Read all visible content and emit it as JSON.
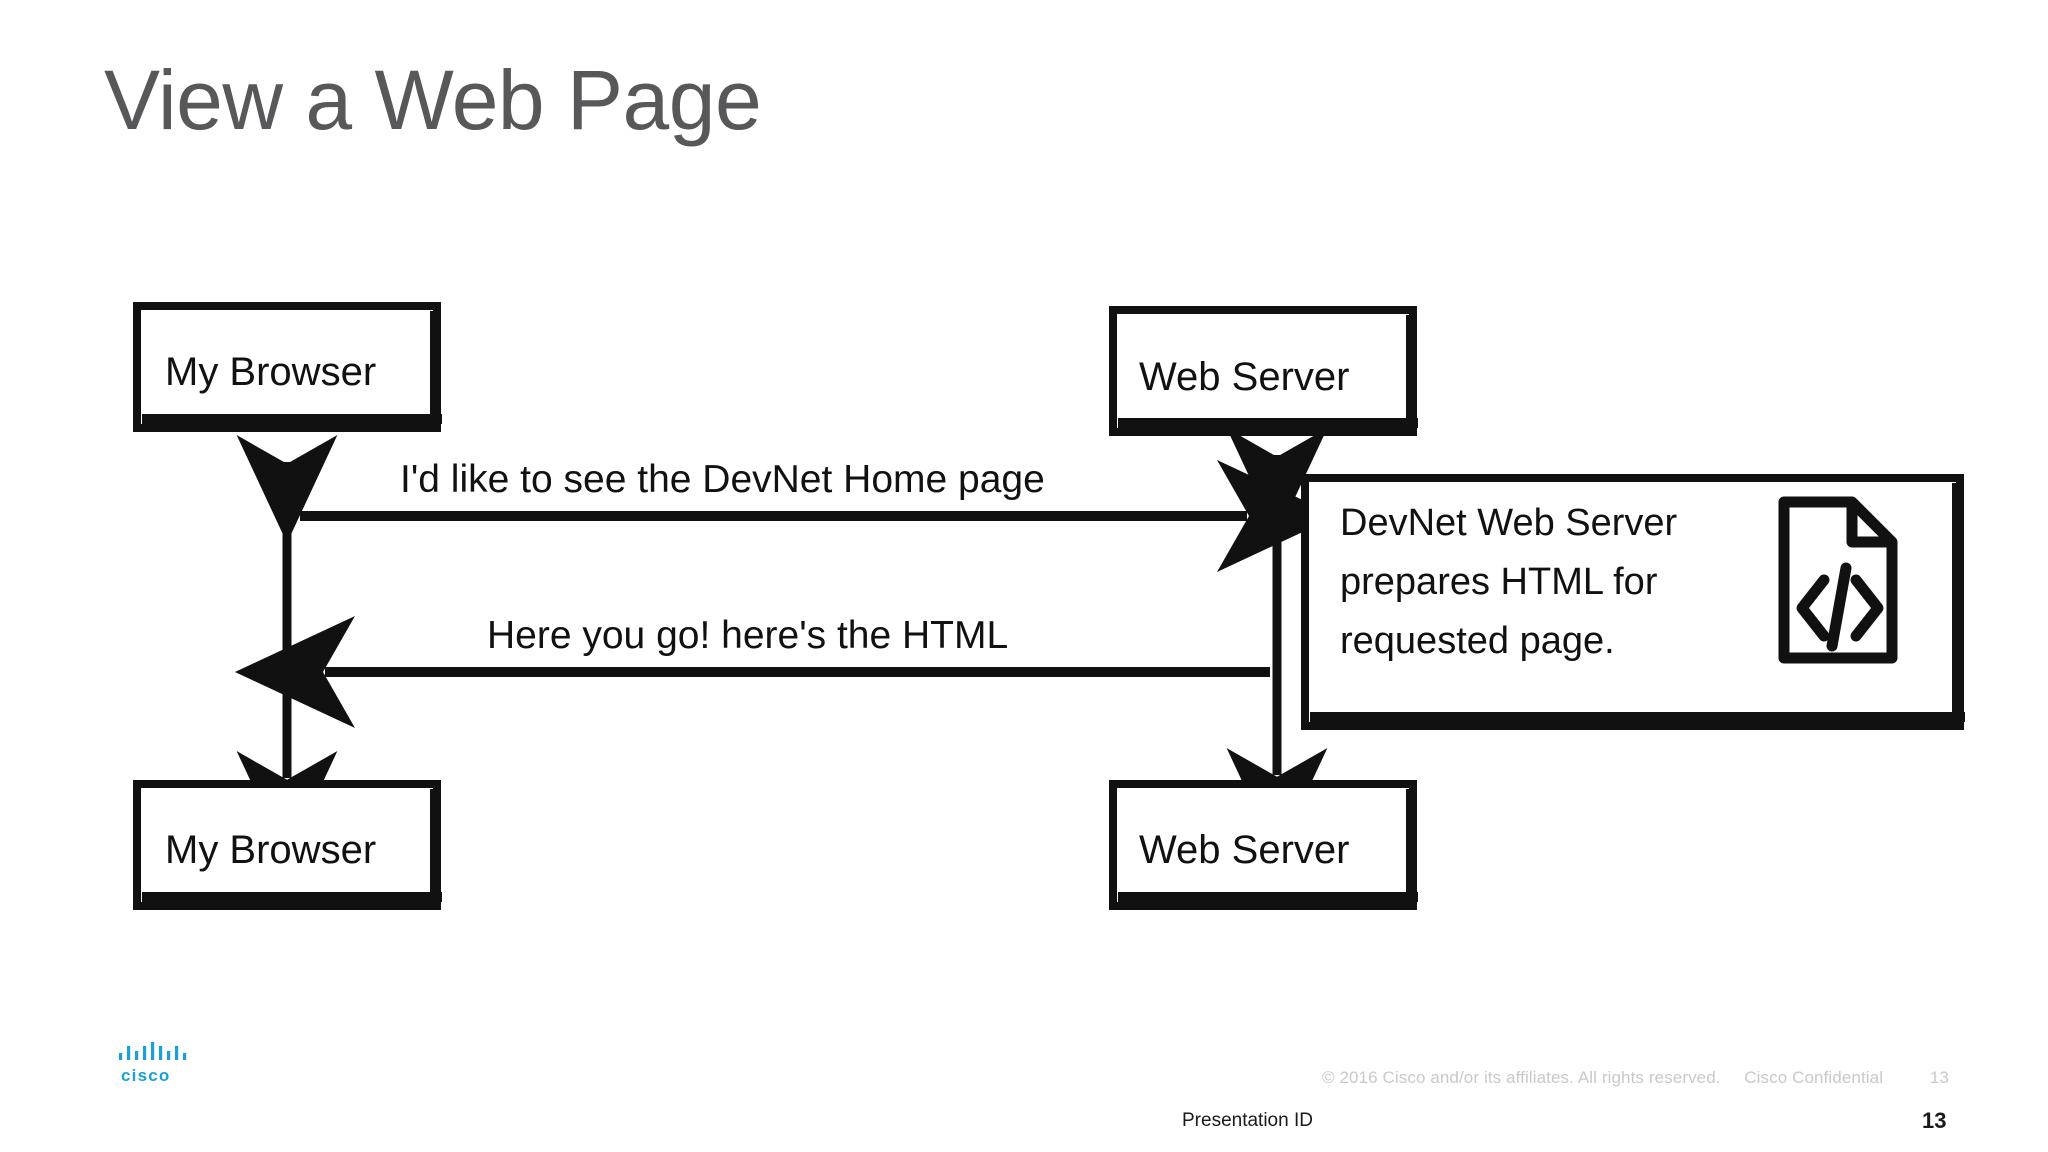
{
  "slide": {
    "title": "View a Web Page"
  },
  "diagram": {
    "type": "sequence-diagram",
    "nodes": {
      "browser_top": "My Browser",
      "server_top": "Web Server",
      "browser_bottom": "My Browser",
      "server_bottom": "Web Server"
    },
    "messages": {
      "request": "I'd like to see the DevNet Home page",
      "response": "Here you go! here's the HTML"
    },
    "callout": {
      "line1": "DevNet Web Server",
      "line2": "prepares HTML for",
      "line3": "requested page.",
      "icon": "code-document-icon"
    }
  },
  "footer": {
    "logo": "cisco-logo",
    "logo_wordmark": "cisco",
    "copyright_text": "© 2016  Cisco and/or its affiliates. All rights reserved.",
    "confidential_text": "Cisco Confidential",
    "copyright_pagenum": "13",
    "presentation_id": "Presentation ID",
    "page_number": "13"
  },
  "colors": {
    "title": "#58585a",
    "ink": "#111111",
    "cisco_blue": "#1ba0d7",
    "footer_gray": "#c9c9c9",
    "background": "#ffffff"
  }
}
